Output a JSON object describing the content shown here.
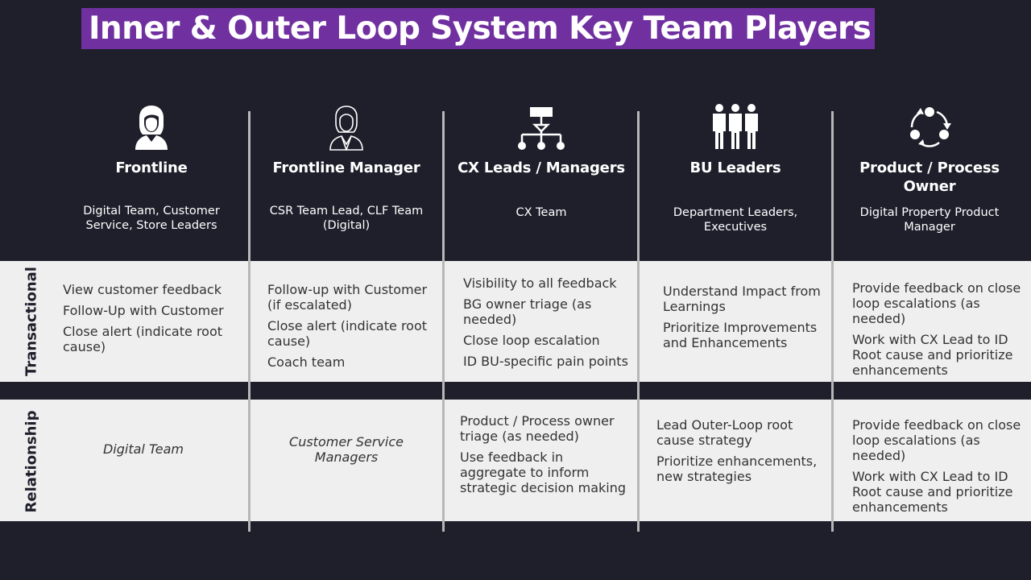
{
  "title": "Inner & Outer Loop System Key Team Players",
  "row_labels": {
    "transactional": "Transactional",
    "relationship": "Relationship"
  },
  "columns": [
    {
      "icon": "woman-icon",
      "role": "Frontline",
      "members": "Digital Team, Customer Service, Store Leaders",
      "transactional": [
        "View customer feedback",
        "Follow-Up with Customer",
        "Close alert (indicate root cause)"
      ],
      "relationship": [
        "Digital Team"
      ]
    },
    {
      "icon": "manager-icon",
      "role": "Frontline Manager",
      "members": "CSR Team Lead, CLF Team (Digital)",
      "transactional": [
        "Follow-up with Customer (if escalated)",
        "Close alert (indicate root cause)",
        "Coach team"
      ],
      "relationship": [
        "Customer Service Managers"
      ]
    },
    {
      "icon": "org-chart-icon",
      "role": "CX Leads / Managers",
      "members": "CX Team",
      "transactional": [
        "Visibility to all feedback",
        "BG owner triage (as needed)",
        "Close loop escalation",
        "ID BU-specific pain points"
      ],
      "relationship": [
        "Product / Process owner triage (as needed)",
        "Use feedback in aggregate to inform strategic decision making"
      ]
    },
    {
      "icon": "group-icon",
      "role": "BU Leaders",
      "members": "Department Leaders, Executives",
      "transactional": [
        "Understand Impact from Learnings",
        "Prioritize Improvements and Enhancements"
      ],
      "relationship": [
        "Lead Outer-Loop root cause strategy",
        "Prioritize enhancements, new strategies"
      ]
    },
    {
      "icon": "cycle-icon",
      "role": "Product / Process Owner",
      "members": "Digital Property Product Manager",
      "transactional": [
        "Provide feedback on close loop escalations (as needed)",
        "Work with CX Lead to ID Root cause and prioritize enhancements"
      ],
      "relationship": [
        "Provide feedback on close loop escalations (as needed)",
        "Work with CX Lead to ID Root cause and prioritize enhancements"
      ]
    }
  ],
  "colors": {
    "background": "#1e1f2b",
    "title_bar": "#7030a0",
    "band": "#efefef",
    "divider": "#b7b7b7"
  }
}
